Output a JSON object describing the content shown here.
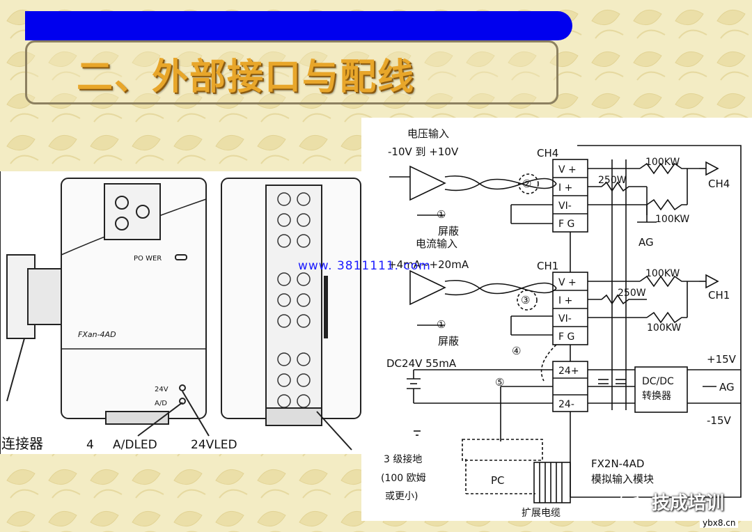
{
  "title": "二、外部接口与配线",
  "photo": {
    "connector_label": "连接器",
    "num_label": "4",
    "adled_label": "A/DLED",
    "led24_label": "24VLED",
    "power_label": "PO WER",
    "model_label": "FXan-4AD",
    "v24_small": "24V",
    "ad_small": "A/D"
  },
  "diagram": {
    "voltage_input": "电压输入",
    "voltage_range": "-10V 到 +10V",
    "current_input": "电流输入",
    "current_range": "+4mA~+20mA",
    "shield1": "屏蔽",
    "shield2": "屏蔽",
    "ch4": "CH4",
    "ch1": "CH1",
    "ch4_out": "CH4",
    "ch1_out": "CH1",
    "r100k_1": "100KW",
    "r100k_2": "100KW",
    "r100k_3": "100KW",
    "r100k_4": "100KW",
    "r250_1": "250W",
    "r250_2": "250W",
    "ag1": "AG",
    "ag2": "AG",
    "term_v": "V +",
    "term_i": "I +",
    "term_vi": "VI-",
    "term_fg": "F G",
    "term_v2": "V +",
    "term_i2": "I +",
    "term_vi2": "VI-",
    "term_fg2": "F G",
    "dc_label": "DC24V  55mA",
    "t24p": "24+",
    "t24m": "24-",
    "dcdc1": "DC/DC",
    "dcdc2": "转换器",
    "p15": "+15V",
    "m15": "-15V",
    "circ1a": "①",
    "circ1b": "①",
    "circ2": "②",
    "circ3": "③",
    "circ4": "④",
    "circ5": "⑤",
    "ground1": "3 级接地",
    "ground2": "(100 欧姆",
    "ground3": "或更小)",
    "pc": "PC",
    "module1": "FX2N-4AD",
    "module2": "模拟输入模块",
    "cable": "扩展电缆"
  },
  "watermark": "www. 3811111. com",
  "brand": "技成培训",
  "url": "ybx8.cn"
}
